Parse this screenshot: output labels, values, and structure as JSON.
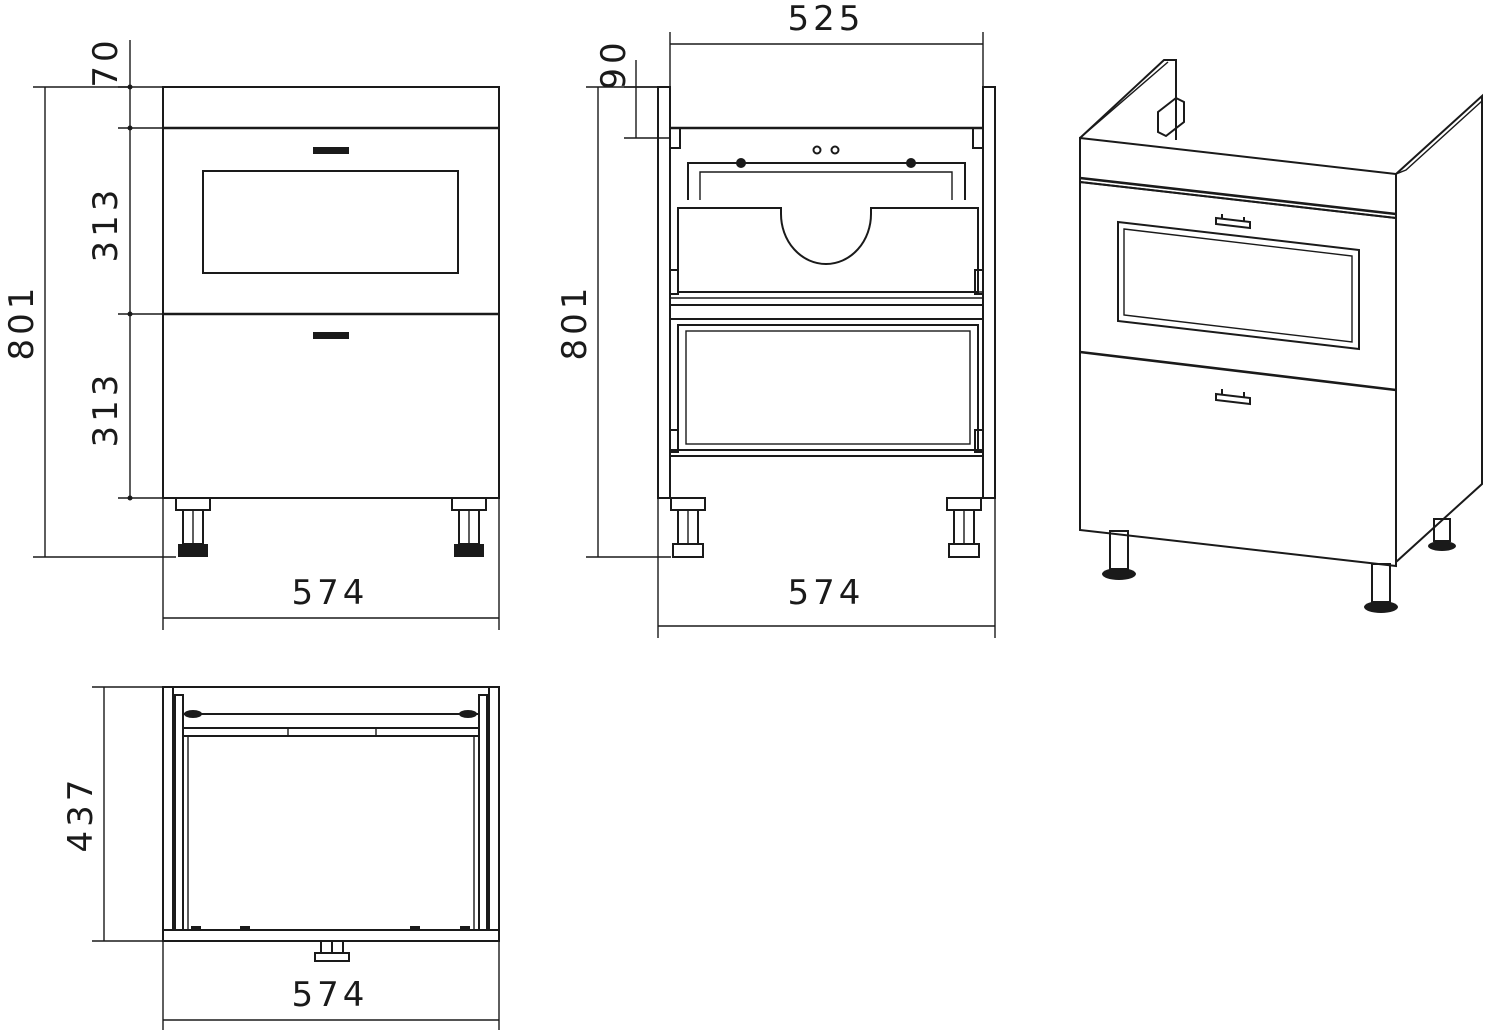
{
  "front_view": {
    "dim_top_panel": "70",
    "dim_upper_drawer": "313",
    "dim_lower_drawer": "313",
    "dim_total_height": "801",
    "dim_width": "574"
  },
  "inner_view": {
    "dim_inner_width": "525",
    "dim_top_gap": "90",
    "dim_total_height": "801",
    "dim_width": "574"
  },
  "top_view": {
    "dim_depth": "437",
    "dim_width": "574"
  },
  "colors": {
    "line": "#1a1a1a",
    "background": "#ffffff"
  }
}
